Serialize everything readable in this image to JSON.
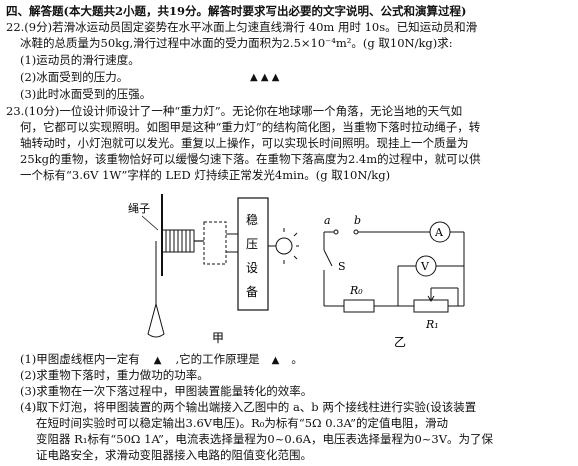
{
  "section": {
    "title": "四、解答题(本大题共2小题，共19分。解答时要求写出必要的文字说明、公式和演算过程)"
  },
  "q22": {
    "number": "22.",
    "points": "(9分)",
    "stem_line1": "若滑冰运动员固定姿势在水平冰面上匀速直线滑行 40m 用时 10s。已知运动员和滑",
    "stem_line2": "冰鞋的总质量为50kg,滑行过程中冰面的受力面积为2.5×10⁻⁴m²。(g 取10N/kg)求:",
    "sub1": "(1)运动员的滑行速度。",
    "sub2": "(2)冰面受到的压力。",
    "sub2_marks": "▲ ▲ ▲",
    "sub3": "(3)此时冰面受到的压强。"
  },
  "q23": {
    "number": "23.",
    "points": "(10分)",
    "line1": "一位设计师设计了一种“重力灯”。无论你在地球哪一个角落，无论当地的天气如",
    "line2": "何，它都可以实现照明。如图甲是这种“重力灯”的结构简化图，当重物下落时拉动绳子，转",
    "line3": "轴转动时，小灯泡就可以发光。重复以上操作，可以实现长时间照明。现挂上一个质量为",
    "line4": "25kg的重物，该重物恰好可以缓慢匀速下落。在重物下落高度为2.4m的过程中，就可以供",
    "line5": "一个标有“3.6V 1W”字样的 LED 灯持续正常发光4min。(g 取10N/kg)",
    "sub1_a": "(1)甲图虚线框内一定有",
    "sub1_b": ",它的工作原理是",
    "sub1_end": "。",
    "blank_mark": "▲",
    "sub2": "(2)求重物下落时，重力做功的功率。",
    "sub3": "(3)求重物在一次下落过程中，甲图装置能量转化的效率。",
    "sub4_l1": "(4)取下灯泡，将甲图装置的两个输出端接入乙图中的 a、b 两个接线柱进行实验(设该装置",
    "sub4_l2": "在短时间实验时可以稳定输出3.6V电压)。R₀为标有“5Ω 0.3A”的定值电阻，滑动",
    "sub4_l3": "变阻器 R₁标有“50Ω 1A”，电流表选择量程为0~0.6A，电压表选择量程为0~3V。为了保",
    "sub4_l4": "证电路安全，求滑动变阻器接入电路的阻值变化范围。"
  },
  "figure_jia": {
    "caption": "甲",
    "rope_label": "绳子",
    "box_label": [
      "稳",
      "压",
      "设",
      "备"
    ]
  },
  "figure_yi": {
    "caption": "乙",
    "terminal_a": "a",
    "terminal_b": "b",
    "ammeter": "A",
    "voltmeter": "V",
    "switch": "S",
    "resistor_r0": "R₀",
    "resistor_r1": "R₁"
  }
}
